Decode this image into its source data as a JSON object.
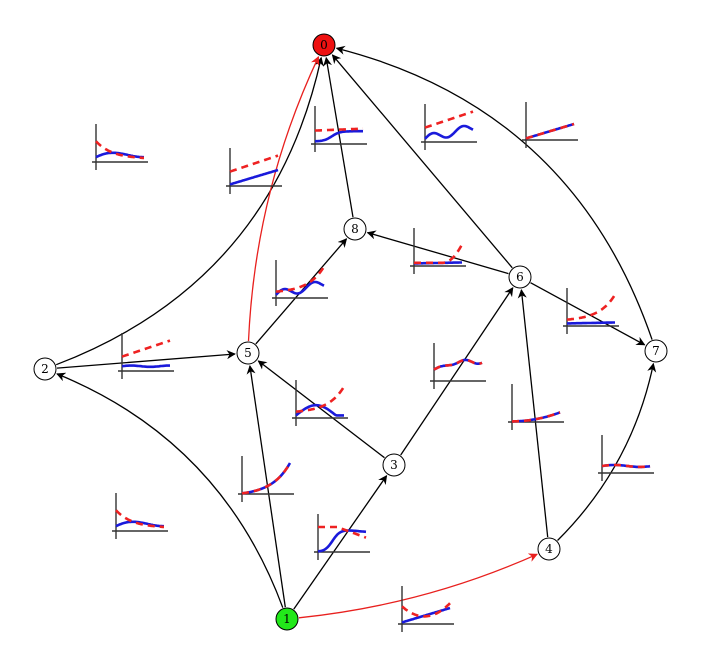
{
  "colors": {
    "edge": "#000000",
    "highlight_edge": "#e8201e",
    "source_node": "#22e81a",
    "target_node": "#ee1111",
    "node": "#ffffff",
    "curve_blue": "#1a1adb",
    "curve_red": "#ee2222",
    "axis": "#333333"
  },
  "nodes": [
    {
      "id": "0",
      "label": "0",
      "role": "target"
    },
    {
      "id": "1",
      "label": "1",
      "role": "source"
    },
    {
      "id": "2",
      "label": "2",
      "role": "normal"
    },
    {
      "id": "3",
      "label": "3",
      "role": "normal"
    },
    {
      "id": "4",
      "label": "4",
      "role": "normal"
    },
    {
      "id": "5",
      "label": "5",
      "role": "normal"
    },
    {
      "id": "6",
      "label": "6",
      "role": "normal"
    },
    {
      "id": "7",
      "label": "7",
      "role": "normal"
    },
    {
      "id": "8",
      "label": "8",
      "role": "normal"
    }
  ],
  "edges": [
    {
      "from": "1",
      "to": "2",
      "highlight": false
    },
    {
      "from": "1",
      "to": "5",
      "highlight": false
    },
    {
      "from": "1",
      "to": "3",
      "highlight": false
    },
    {
      "from": "1",
      "to": "4",
      "highlight": true
    },
    {
      "from": "2",
      "to": "0",
      "highlight": false
    },
    {
      "from": "2",
      "to": "5",
      "highlight": false
    },
    {
      "from": "3",
      "to": "5",
      "highlight": false
    },
    {
      "from": "3",
      "to": "6",
      "highlight": false
    },
    {
      "from": "5",
      "to": "0",
      "highlight": true
    },
    {
      "from": "5",
      "to": "8",
      "highlight": false
    },
    {
      "from": "6",
      "to": "8",
      "highlight": false
    },
    {
      "from": "6",
      "to": "0",
      "highlight": false
    },
    {
      "from": "6",
      "to": "7",
      "highlight": false
    },
    {
      "from": "4",
      "to": "6",
      "highlight": false
    },
    {
      "from": "4",
      "to": "7",
      "highlight": false
    },
    {
      "from": "8",
      "to": "0",
      "highlight": false
    },
    {
      "from": "7",
      "to": "0",
      "highlight": false
    }
  ],
  "plots": [
    {
      "edge": "1-2",
      "blue": "bump_flat",
      "red": "decay"
    },
    {
      "edge": "1-5",
      "blue": "exp_rise",
      "red": "exp_rise"
    },
    {
      "edge": "1-3",
      "blue": "sigmoid_dip",
      "red": "peak_tail"
    },
    {
      "edge": "1-4",
      "blue": "linear_rise",
      "red": "u_dip"
    },
    {
      "edge": "2-0",
      "blue": "bump_flat",
      "red": "decay"
    },
    {
      "edge": "2-5",
      "blue": "flat",
      "red": "rise_high"
    },
    {
      "edge": "3-5",
      "blue": "hump",
      "red": "exp_high"
    },
    {
      "edge": "3-6",
      "blue": "step_wave",
      "red": "step_wave"
    },
    {
      "edge": "5-0",
      "blue": "linear_rise",
      "red": "rise_high"
    },
    {
      "edge": "5-8",
      "blue": "wavy_rise",
      "red": "exp_high"
    },
    {
      "edge": "6-8",
      "blue": "flat_low",
      "red": "late_rise"
    },
    {
      "edge": "6-0",
      "blue": "wavy_rise",
      "red": "rise_high"
    },
    {
      "edge": "6-7",
      "blue": "flat_low",
      "red": "exp_high"
    },
    {
      "edge": "4-6",
      "blue": "slow_rise",
      "red": "slow_rise"
    },
    {
      "edge": "4-7",
      "blue": "flat_mid",
      "red": "flat_mid"
    },
    {
      "edge": "8-0",
      "blue": "step_flat",
      "red": "flat_top"
    },
    {
      "edge": "7-0",
      "blue": "linear_rise",
      "red": "linear_rise"
    }
  ]
}
